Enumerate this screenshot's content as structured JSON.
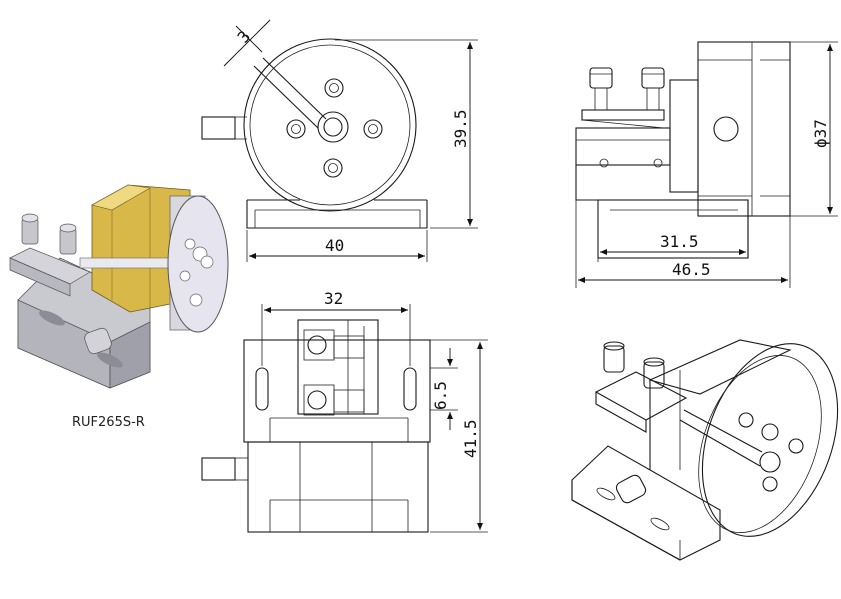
{
  "caption": "RUF265S-R",
  "dimensions": {
    "slot_width": "3",
    "front_height": "39.5",
    "front_width": "40",
    "side_diameter": "ϕ37",
    "side_base": "31.5",
    "side_total": "46.5",
    "top_spacing": "32",
    "top_slot": "6.5",
    "top_depth": "41.5"
  },
  "colors": {
    "line": "#1a1a1a",
    "brass": "#d9b84a",
    "steel": "#d8d8de",
    "steel_dark": "#a9a9b2",
    "face": "#e6e4ee"
  }
}
